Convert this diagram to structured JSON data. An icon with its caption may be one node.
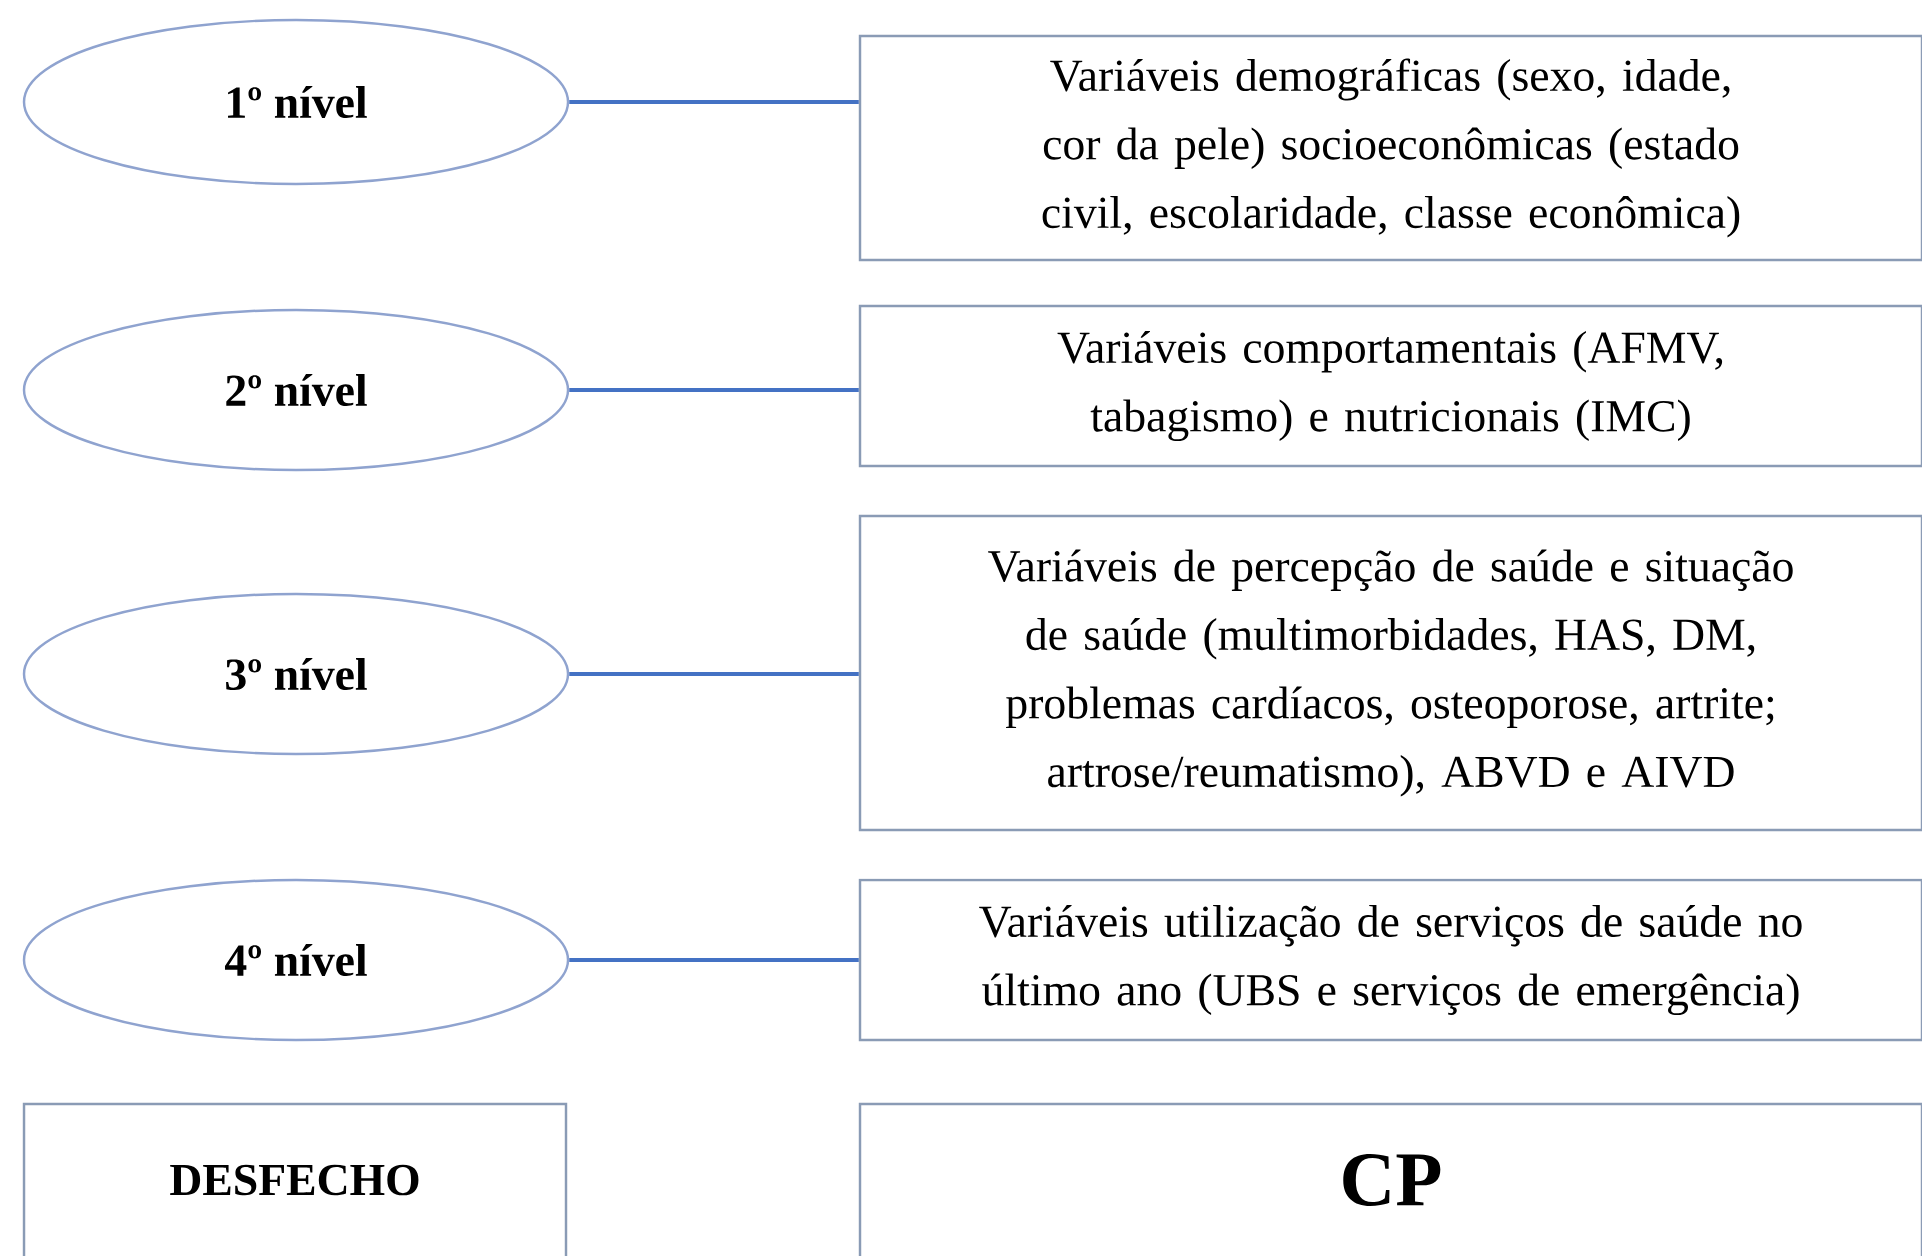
{
  "diagram": {
    "nodes": [
      {
        "text": [
          "1º nível"
        ]
      },
      {
        "text": [
          "Variáveis demográficas (sexo, idade, cor da pele) socioeconômicas (estado civil, escolaridade, classe econômica)"
        ]
      },
      {
        "text": [
          "2º nível"
        ]
      },
      {
        "text": [
          "Variáveis comportamentais (AFMV, tabagismo) e nutricionais (IMC)"
        ]
      },
      {
        "text": [
          "3º nível"
        ]
      },
      {
        "text": [
          "Variáveis de percepção de saúde e situação de saúde (multimorbidades, HAS, DM, problemas cardíacos, osteoporose, artrite; artrose/reumatismo), ABVD e AIVD"
        ]
      },
      {
        "text": [
          "4º nível"
        ]
      },
      {
        "text": [
          "Variáveis utilização de serviços de saúde no último ano (UBS e serviços de emergência)"
        ]
      },
      {
        "text": [
          "DESFECHO"
        ]
      },
      {
        "text": [
          "CP"
        ]
      }
    ],
    "edges": [
      {
        "from": 0,
        "to": 1,
        "arrow": "none"
      },
      {
        "from": 2,
        "to": 3,
        "arrow": "none"
      },
      {
        "from": 4,
        "to": 5,
        "arrow": "none"
      },
      {
        "from": 6,
        "to": 7,
        "arrow": "none"
      }
    ]
  }
}
